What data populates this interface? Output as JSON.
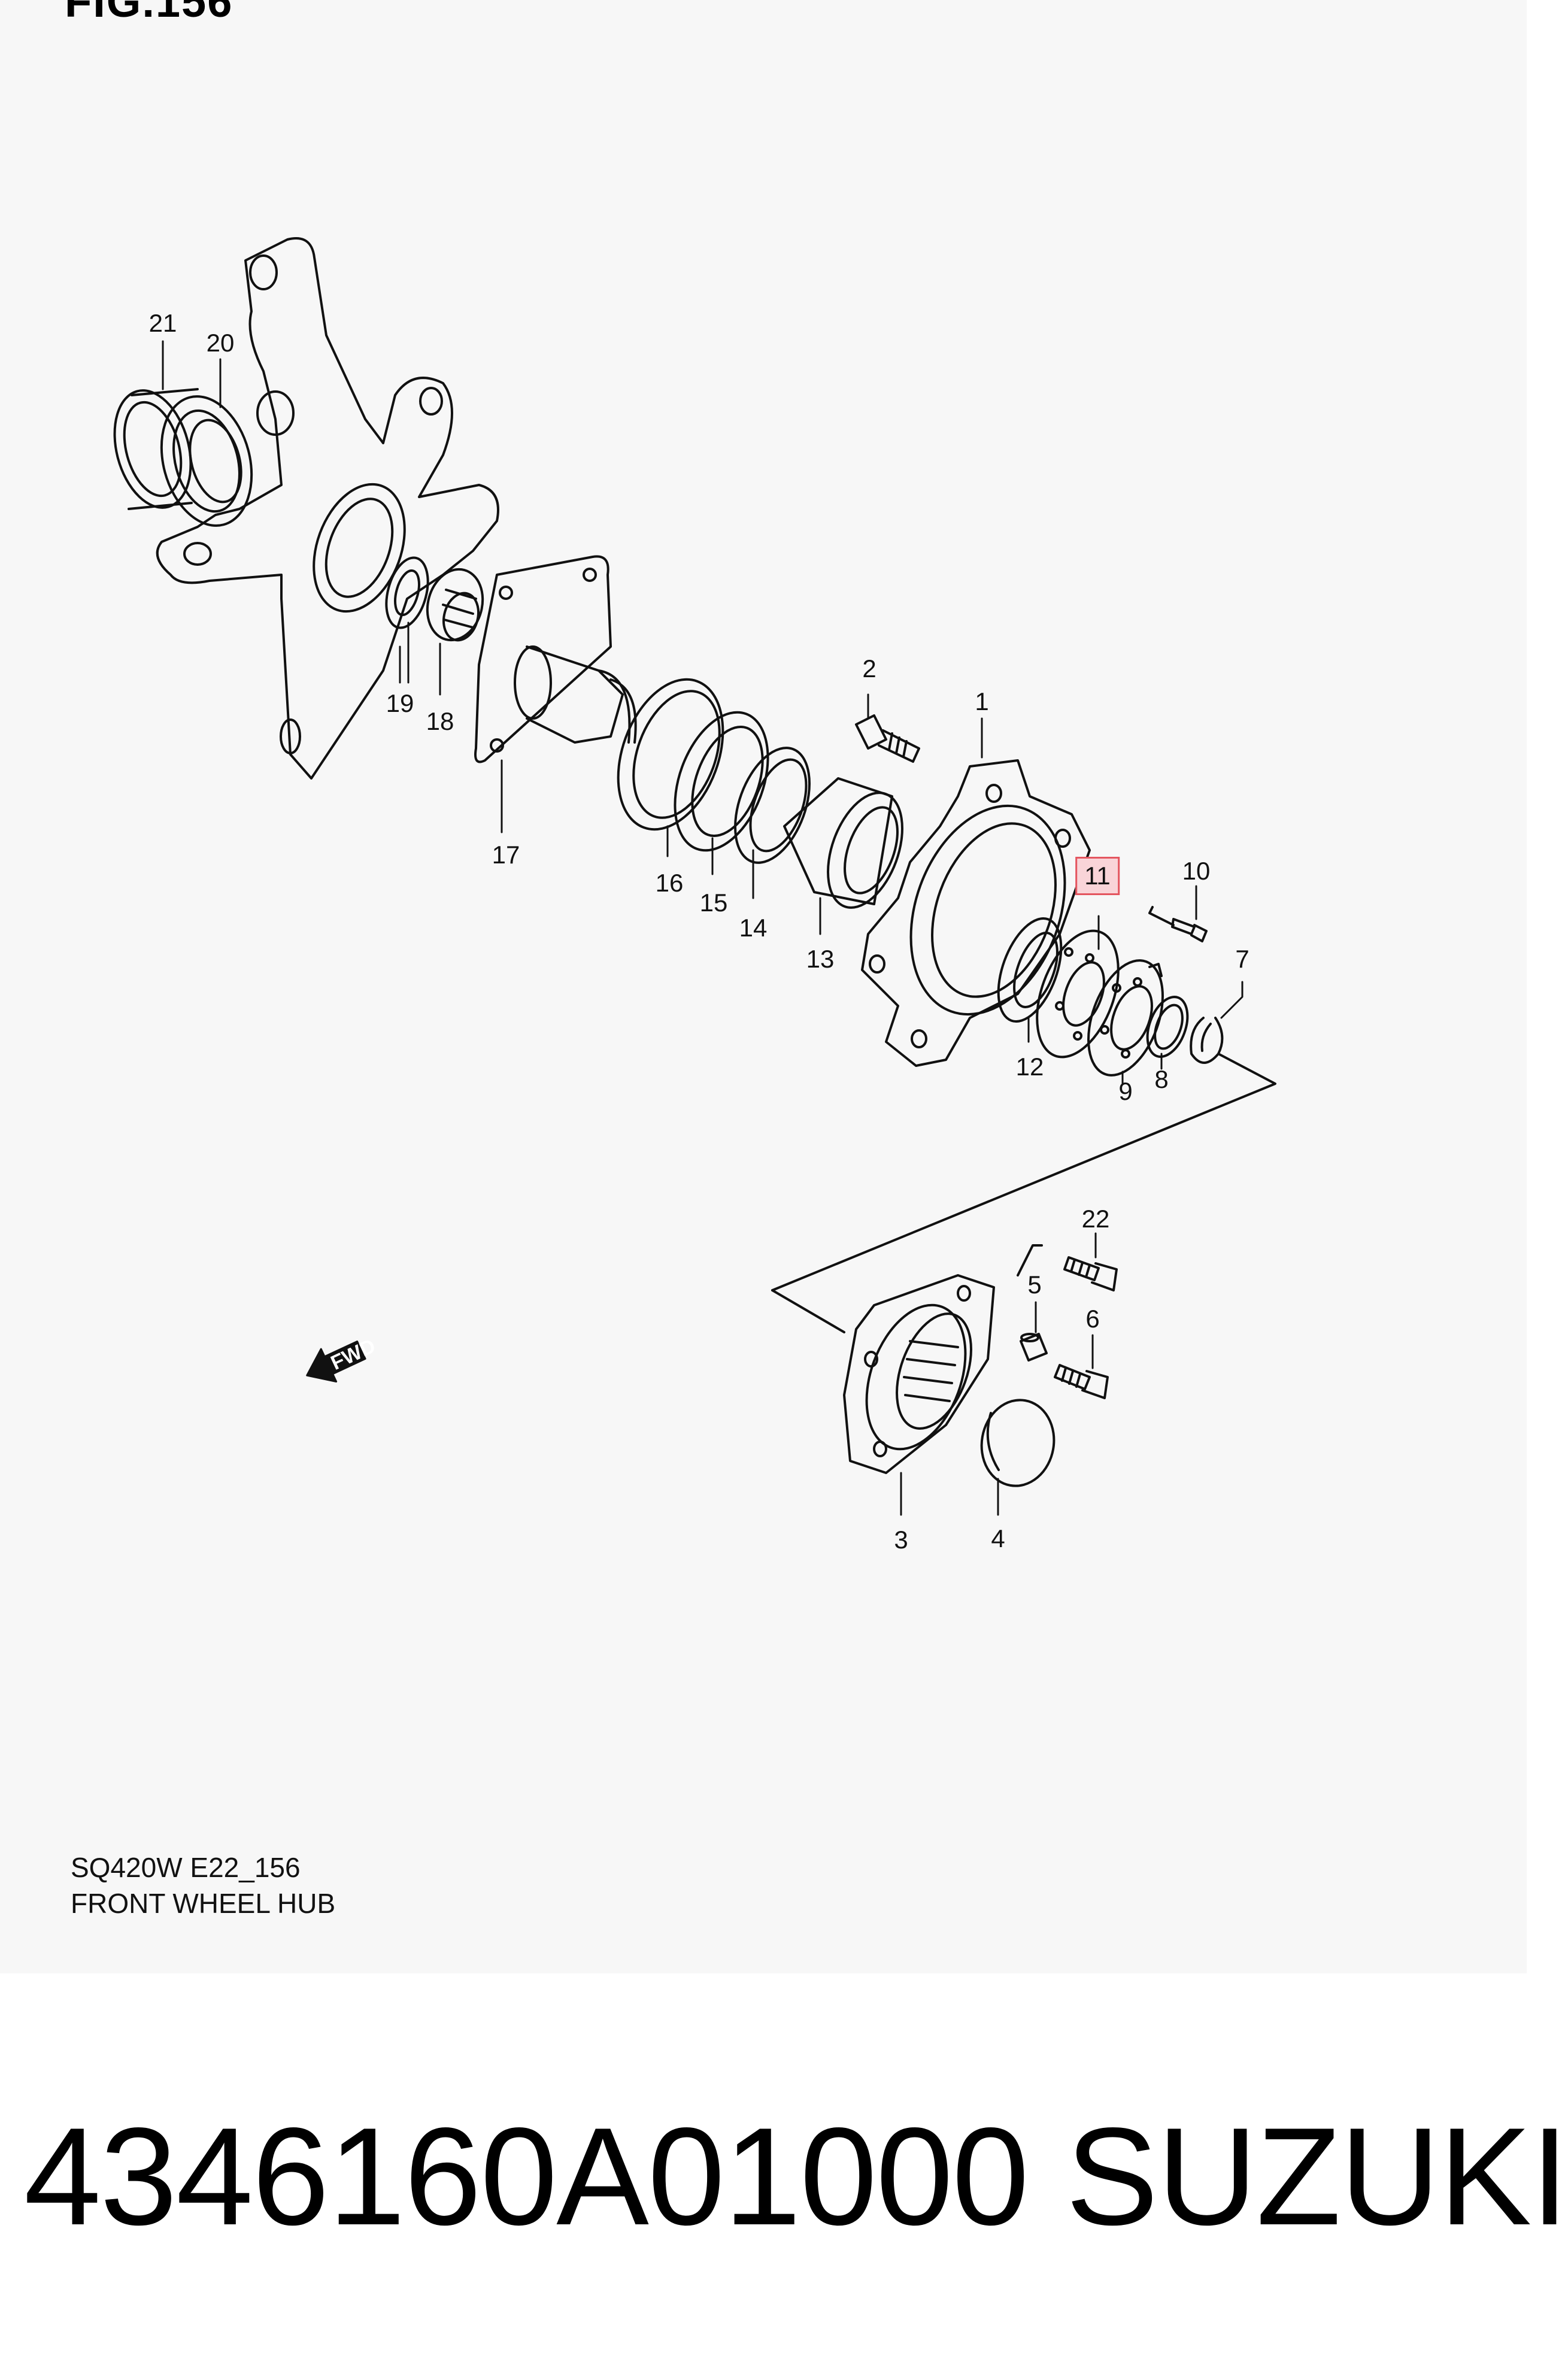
{
  "figure": {
    "label": "FIG.156"
  },
  "diagram": {
    "model_code": "SQ420W E22_156",
    "title": "FRONT WHEEL HUB",
    "highlighted_callout": "11",
    "direction_marker": "FWD",
    "callouts": [
      {
        "id": "c1",
        "label": "1"
      },
      {
        "id": "c2",
        "label": "2"
      },
      {
        "id": "c3",
        "label": "3"
      },
      {
        "id": "c4",
        "label": "4"
      },
      {
        "id": "c5",
        "label": "5"
      },
      {
        "id": "c6",
        "label": "6"
      },
      {
        "id": "c7",
        "label": "7"
      },
      {
        "id": "c8",
        "label": "8"
      },
      {
        "id": "c9",
        "label": "9"
      },
      {
        "id": "c10",
        "label": "10"
      },
      {
        "id": "c11",
        "label": "11"
      },
      {
        "id": "c12",
        "label": "12"
      },
      {
        "id": "c13",
        "label": "13"
      },
      {
        "id": "c14",
        "label": "14"
      },
      {
        "id": "c15",
        "label": "15"
      },
      {
        "id": "c16",
        "label": "16"
      },
      {
        "id": "c17",
        "label": "17"
      },
      {
        "id": "c18",
        "label": "18"
      },
      {
        "id": "c19",
        "label": "19"
      },
      {
        "id": "c20",
        "label": "20"
      },
      {
        "id": "c21",
        "label": "21"
      },
      {
        "id": "c22",
        "label": "22"
      }
    ]
  },
  "footer": {
    "part_number": "4346160A01000",
    "brand": "SUZUKI"
  }
}
